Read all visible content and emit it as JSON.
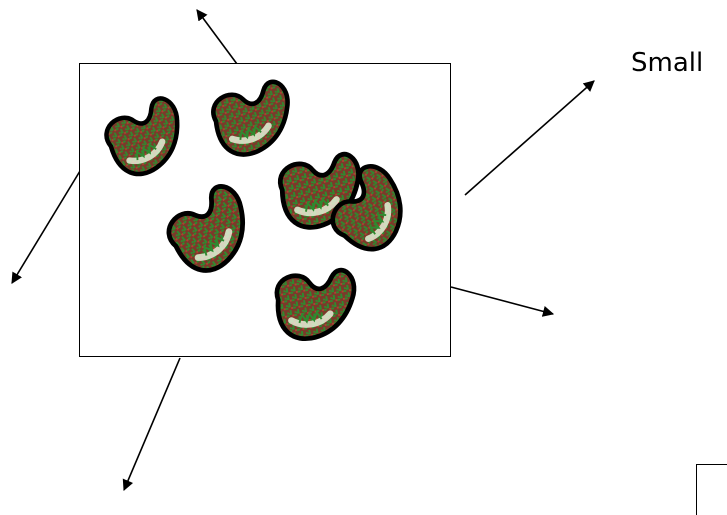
{
  "labels": {
    "small": "Small"
  },
  "picture": {
    "subject": "beans-illustration",
    "bean_count": 6,
    "colors": {
      "bean_fill": "#7b3a2a",
      "bean_speckle": "#2f8a2f",
      "bean_highlight": "#e8f0d8",
      "outline": "#000000"
    }
  }
}
